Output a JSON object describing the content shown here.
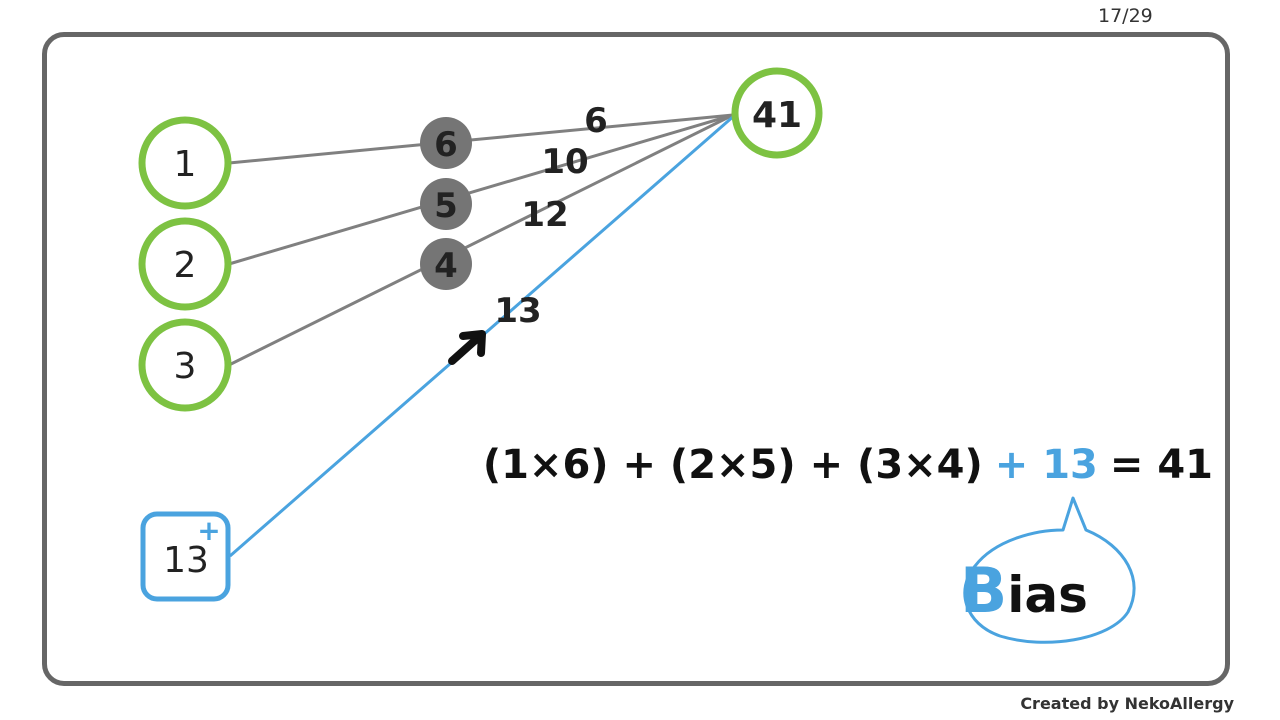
{
  "page_number": "17/29",
  "credit": "Created by NekoAllergy",
  "colors": {
    "input_ring": "#7dc242",
    "bias": "#4aa3df",
    "weight_fill": "#757575",
    "line": "#808080",
    "frame": "#666666",
    "text": "#111111"
  },
  "inputs": [
    {
      "value": "1"
    },
    {
      "value": "2"
    },
    {
      "value": "3"
    }
  ],
  "weights": [
    {
      "value": "6"
    },
    {
      "value": "5"
    },
    {
      "value": "4"
    }
  ],
  "products": [
    {
      "value": "6"
    },
    {
      "value": "10"
    },
    {
      "value": "12"
    }
  ],
  "bias_node": {
    "value": "13",
    "plus": "+"
  },
  "bias_line_label": "13",
  "output": {
    "value": "41"
  },
  "equation": {
    "terms": "(1×6) + (2×5) + (3×4)",
    "bias_part": "+ 13",
    "result_part": "= 41"
  },
  "bias_callout": {
    "first_letter": "B",
    "rest": "ias"
  }
}
